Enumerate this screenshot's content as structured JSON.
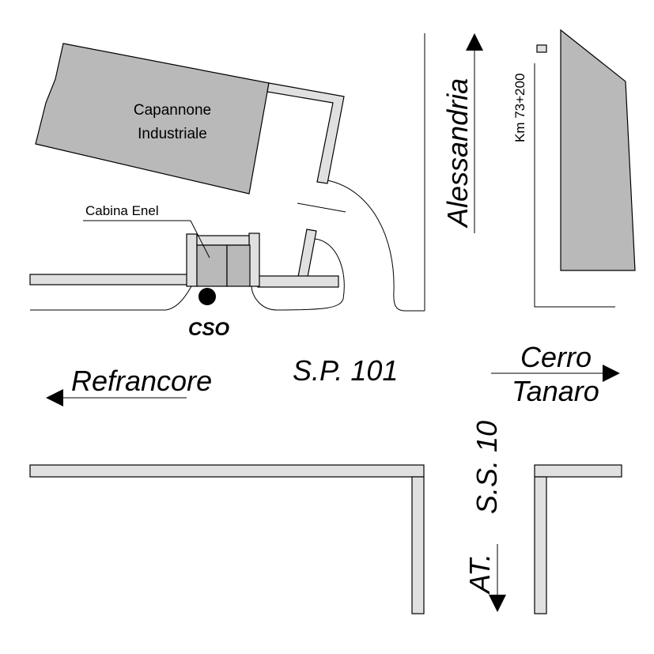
{
  "labels": {
    "building": [
      "Capannone",
      "Industriale"
    ],
    "cabina": "Cabina Enel",
    "cso": "CSO",
    "sp": "S.P. 101",
    "refrancore": "Refrancore",
    "cerro": "Cerro",
    "tanaro": "Tanaro",
    "alessandria": "Alessandria",
    "km": "Km 73+200",
    "ss": "S.S. 10",
    "at": "AT."
  },
  "colors": {
    "building_fill": "#b9b9b9",
    "wall_fill": "#e0e0e0",
    "cso_marker": "#000000"
  }
}
